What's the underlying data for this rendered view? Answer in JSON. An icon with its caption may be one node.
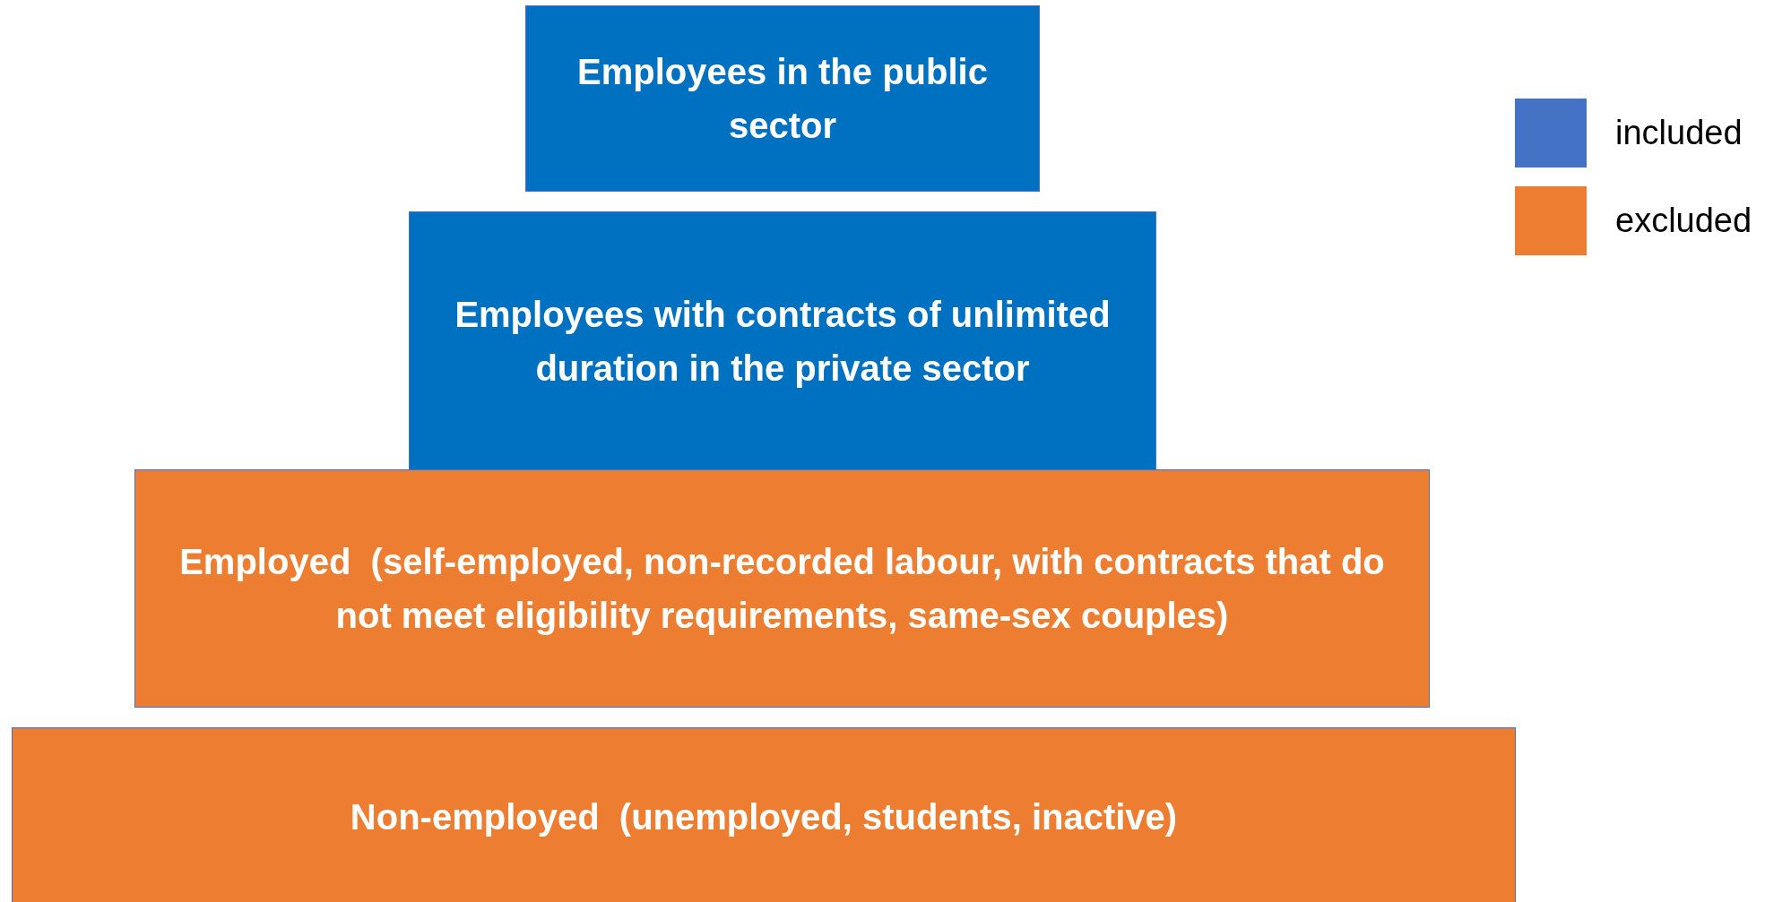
{
  "diagram": {
    "nodes": [
      {
        "text": [
          "Employees in the public sector"
        ]
      },
      {
        "text": [
          "Employees with contracts of unlimited duration in the private sector"
        ]
      },
      {
        "text": [
          "Employed  (self-employed, non-recorded labour, with contracts that do not meet eligibility requirements, same-sex couples)"
        ]
      },
      {
        "text": [
          "Non-employed  (unemployed, students, inactive)"
        ]
      }
    ],
    "legend": [
      {
        "text": "included",
        "color": "#4472c4"
      },
      {
        "text": "excluded",
        "color": "#ed7d31"
      }
    ]
  }
}
